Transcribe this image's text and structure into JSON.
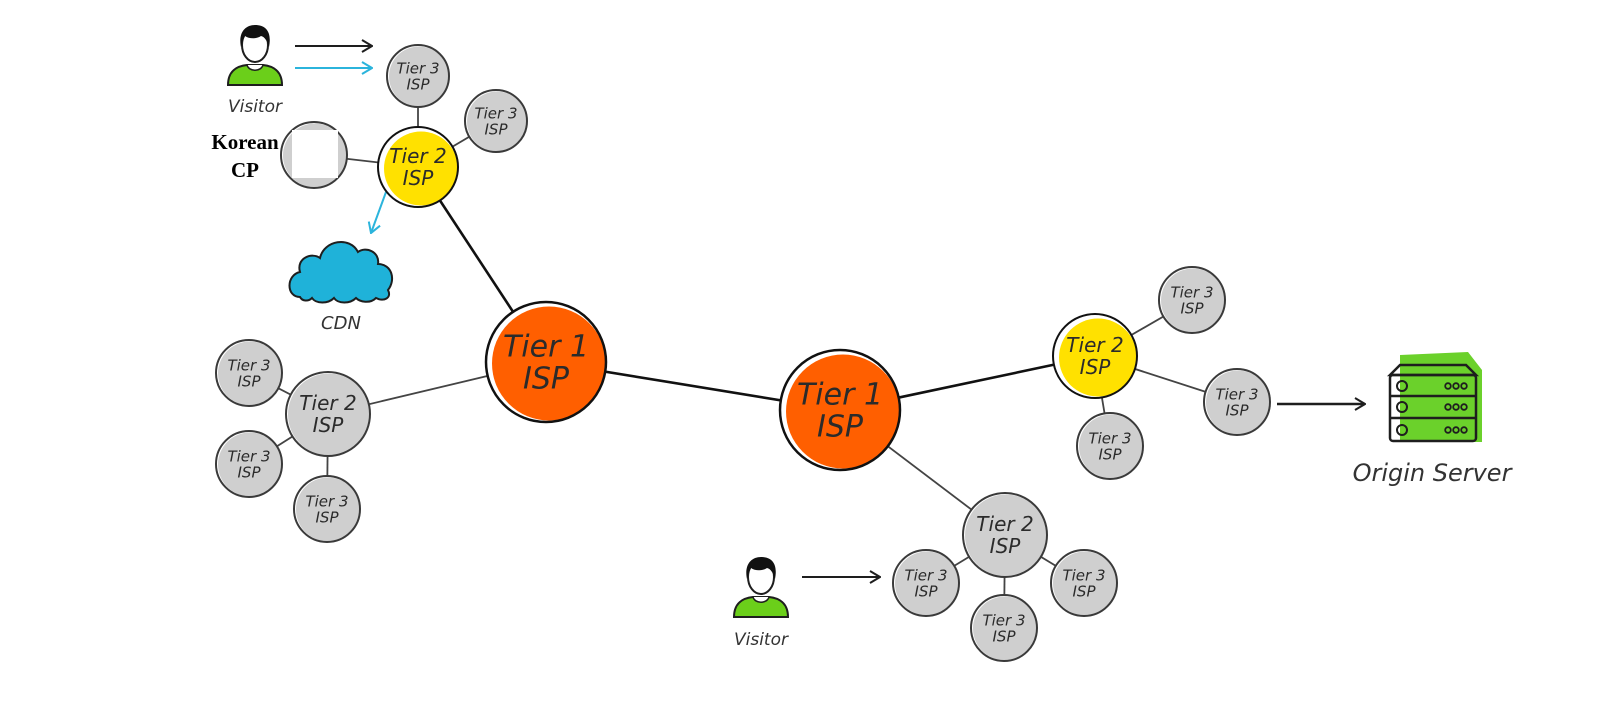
{
  "diagram": {
    "title": "Internet ISP tier topology with CDN",
    "colors": {
      "tier1_fill": "#ff5f00",
      "tier2_highlight_fill": "#ffe100",
      "node_fill": "#cfcfcf",
      "stroke": "#1e1e1e",
      "cdn_fill": "#1fb2d9",
      "cdn_arrow": "#2bb4dc",
      "server_fill": "#6bd12b",
      "person_shirt": "#6bcf1a"
    },
    "labels": {
      "visitor_top": "Visitor",
      "visitor_bottom": "Visitor",
      "cdn": "CDN",
      "origin_server": "Origin Server",
      "korean_cp_line1": "Korean",
      "korean_cp_line2": "CP"
    },
    "nodes": [
      {
        "id": "t3_top_a",
        "tier": 3,
        "line1": "Tier 3",
        "line2": "ISP",
        "highlight": false
      },
      {
        "id": "t3_top_b",
        "tier": 3,
        "line1": "Tier 3",
        "line2": "ISP",
        "highlight": false
      },
      {
        "id": "t2_top",
        "tier": 2,
        "line1": "Tier 2",
        "line2": "ISP",
        "highlight": true
      },
      {
        "id": "korean_cp",
        "tier": 0,
        "line1": "",
        "line2": "",
        "highlight": false
      },
      {
        "id": "t1_left",
        "tier": 1,
        "line1": "Tier 1",
        "line2": "ISP",
        "highlight": false
      },
      {
        "id": "t1_right",
        "tier": 1,
        "line1": "Tier 1",
        "line2": "ISP",
        "highlight": false
      },
      {
        "id": "t2_left",
        "tier": 2,
        "line1": "Tier 2",
        "line2": "ISP",
        "highlight": false
      },
      {
        "id": "t3_left_a",
        "tier": 3,
        "line1": "Tier 3",
        "line2": "ISP",
        "highlight": false
      },
      {
        "id": "t3_left_b",
        "tier": 3,
        "line1": "Tier 3",
        "line2": "ISP",
        "highlight": false
      },
      {
        "id": "t3_left_c",
        "tier": 3,
        "line1": "Tier 3",
        "line2": "ISP",
        "highlight": false
      },
      {
        "id": "t2_right",
        "tier": 2,
        "line1": "Tier 2",
        "line2": "ISP",
        "highlight": true
      },
      {
        "id": "t3_right_a",
        "tier": 3,
        "line1": "Tier 3",
        "line2": "ISP",
        "highlight": false
      },
      {
        "id": "t3_right_b",
        "tier": 3,
        "line1": "Tier 3",
        "line2": "ISP",
        "highlight": false
      },
      {
        "id": "t3_right_c",
        "tier": 3,
        "line1": "Tier 3",
        "line2": "ISP",
        "highlight": false
      },
      {
        "id": "t2_bottom",
        "tier": 2,
        "line1": "Tier 2",
        "line2": "ISP",
        "highlight": false
      },
      {
        "id": "t3_bot_a",
        "tier": 3,
        "line1": "Tier 3",
        "line2": "ISP",
        "highlight": false
      },
      {
        "id": "t3_bot_b",
        "tier": 3,
        "line1": "Tier 3",
        "line2": "ISP",
        "highlight": false
      },
      {
        "id": "t3_bot_c",
        "tier": 3,
        "line1": "Tier 3",
        "line2": "ISP",
        "highlight": false
      }
    ],
    "links": [
      [
        "t3_top_a",
        "t2_top"
      ],
      [
        "t3_top_b",
        "t2_top"
      ],
      [
        "korean_cp",
        "t2_top"
      ],
      [
        "t2_top",
        "t1_left"
      ],
      [
        "t2_left",
        "t1_left"
      ],
      [
        "t3_left_a",
        "t2_left"
      ],
      [
        "t3_left_b",
        "t2_left"
      ],
      [
        "t3_left_c",
        "t2_left"
      ],
      [
        "t1_left",
        "t1_right"
      ],
      [
        "t1_right",
        "t2_right"
      ],
      [
        "t1_right",
        "t2_bottom"
      ],
      [
        "t2_right",
        "t3_right_a"
      ],
      [
        "t2_right",
        "t3_right_b"
      ],
      [
        "t2_right",
        "t3_right_c"
      ],
      [
        "t2_bottom",
        "t3_bot_a"
      ],
      [
        "t2_bottom",
        "t3_bot_b"
      ],
      [
        "t2_bottom",
        "t3_bot_c"
      ]
    ],
    "flows": [
      {
        "from": "visitor_top",
        "to": "t3_top_a",
        "style": "black"
      },
      {
        "from": "visitor_top",
        "to": "t3_top_a",
        "style": "blue"
      },
      {
        "from": "t2_top",
        "to": "cdn",
        "style": "blue"
      },
      {
        "from": "t3_right_c",
        "to": "origin_server",
        "style": "black"
      },
      {
        "from": "visitor_bottom",
        "to": "t3_bot_a",
        "style": "black"
      }
    ]
  }
}
